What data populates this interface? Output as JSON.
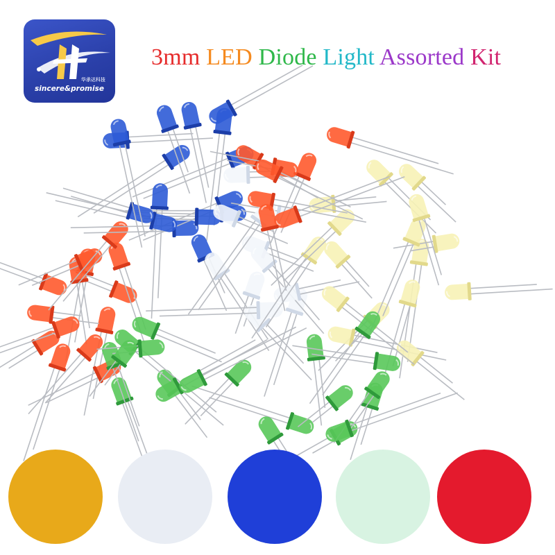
{
  "logo": {
    "brand": "sincere&promise",
    "chinese": "华承达科技",
    "accent_colors": [
      "#3b55c9",
      "#f7c948",
      "#ffffff"
    ]
  },
  "title": {
    "words": [
      {
        "text": "3mm",
        "color": "#e62b2b"
      },
      {
        "text": "LED",
        "color": "#f58a1f"
      },
      {
        "text": "Diode",
        "color": "#2fb84a"
      },
      {
        "text": "Light",
        "color": "#22b8c8"
      },
      {
        "text": "Assorted",
        "color": "#9b38c9"
      },
      {
        "text": "Kit",
        "color": "#d1246f"
      }
    ]
  },
  "led_colors": [
    "yellow",
    "white",
    "blue",
    "green",
    "red"
  ],
  "swatches": [
    {
      "name": "yellow",
      "bg": "#e8a91a",
      "glow": "#ffe36b"
    },
    {
      "name": "white",
      "bg": "#e9edf4",
      "glow": "#ffffff"
    },
    {
      "name": "blue",
      "bg": "#1f3fd8",
      "glow": "#8fb2ff"
    },
    {
      "name": "green",
      "bg": "#d8f3e2",
      "glow": "#7dff6b"
    },
    {
      "name": "red",
      "bg": "#e41a2d",
      "glow": "#ff7a3d"
    }
  ]
}
